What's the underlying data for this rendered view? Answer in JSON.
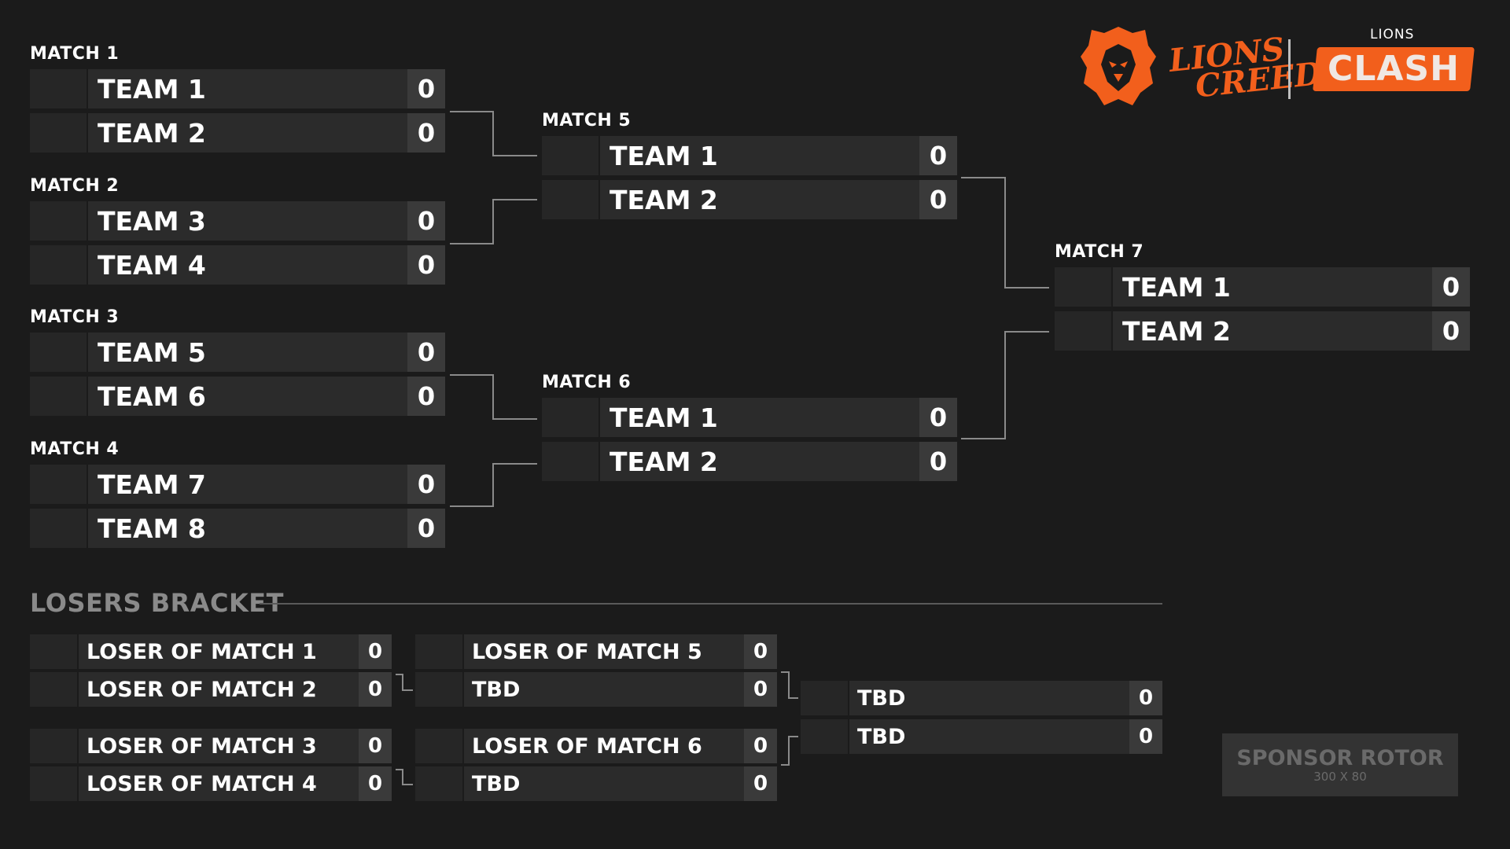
{
  "winners": {
    "match1": {
      "label": "MATCH 1",
      "team_a": "TEAM 1",
      "team_b": "TEAM 2",
      "score_a": "0",
      "score_b": "0"
    },
    "match2": {
      "label": "MATCH 2",
      "team_a": "TEAM 3",
      "team_b": "TEAM 4",
      "score_a": "0",
      "score_b": "0"
    },
    "match3": {
      "label": "MATCH 3",
      "team_a": "TEAM 5",
      "team_b": "TEAM 6",
      "score_a": "0",
      "score_b": "0"
    },
    "match4": {
      "label": "MATCH 4",
      "team_a": "TEAM 7",
      "team_b": "TEAM 8",
      "score_a": "0",
      "score_b": "0"
    },
    "match5": {
      "label": "MATCH 5",
      "team_a": "TEAM 1",
      "team_b": "TEAM 2",
      "score_a": "0",
      "score_b": "0"
    },
    "match6": {
      "label": "MATCH 6",
      "team_a": "TEAM 1",
      "team_b": "TEAM 2",
      "score_a": "0",
      "score_b": "0"
    },
    "match7": {
      "label": "MATCH 7",
      "team_a": "TEAM 1",
      "team_b": "TEAM 2",
      "score_a": "0",
      "score_b": "0"
    }
  },
  "losers": {
    "title": "LOSERS BRACKET",
    "round1a": {
      "team_a": "LOSER OF MATCH 1",
      "team_b": "LOSER OF MATCH 2",
      "score_a": "0",
      "score_b": "0"
    },
    "round1b": {
      "team_a": "LOSER OF MATCH 3",
      "team_b": "LOSER OF MATCH 4",
      "score_a": "0",
      "score_b": "0"
    },
    "round2a": {
      "team_a": "LOSER OF MATCH 5",
      "team_b": "TBD",
      "score_a": "0",
      "score_b": "0"
    },
    "round2b": {
      "team_a": "LOSER OF MATCH 6",
      "team_b": "TBD",
      "score_a": "0",
      "score_b": "0"
    },
    "final": {
      "team_a": "TBD",
      "team_b": "TBD",
      "score_a": "0",
      "score_b": "0"
    }
  },
  "branding": {
    "creed_line1": "LIONS",
    "creed_line2": "CREED",
    "event_small": "LIONS",
    "event_big": "CLASH",
    "accent_color": "#f25f1c",
    "logo_icon": "lion-head-icon"
  },
  "sponsor": {
    "title": "SPONSOR ROTOR",
    "size": "300 X 80"
  }
}
